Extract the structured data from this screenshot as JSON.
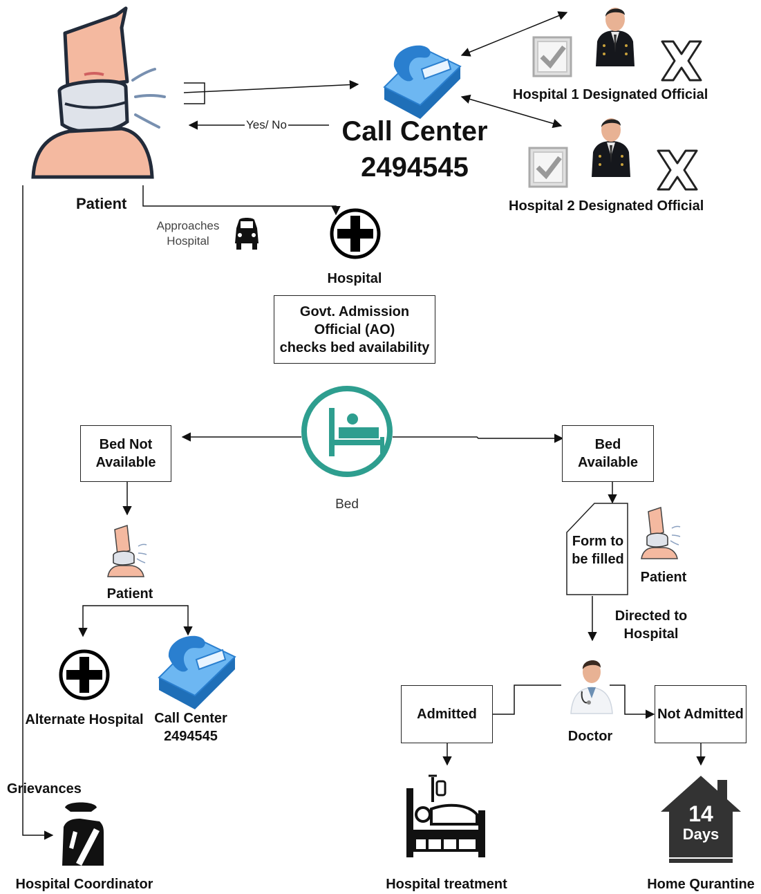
{
  "call_center": {
    "title": "Call Center",
    "number": "2494545"
  },
  "yes_no": "Yes/ No",
  "officials": {
    "hospital1": "Hospital 1 Designated Official",
    "hospital2": "Hospital 2 Designated Official"
  },
  "patient_top": "Patient",
  "approaches": {
    "line1": "Approaches",
    "line2": "Hospital"
  },
  "hospital": "Hospital",
  "admission_official": {
    "line1": "Govt. Admission",
    "line2": "Official (AO)",
    "line3": "checks bed availability"
  },
  "bed": "Bed",
  "bed_not_available": {
    "line1": "Bed Not",
    "line2": "Available"
  },
  "bed_available": {
    "line1": "Bed",
    "line2": "Available"
  },
  "patient_left": "Patient",
  "alternate_hospital": "Alternate Hospital",
  "call_center_small": {
    "title": "Call Center",
    "number": "2494545"
  },
  "form": {
    "line1": "Form to",
    "line2": "be filled"
  },
  "patient_right": "Patient",
  "directed": {
    "line1": "Directed to",
    "line2": "Hospital"
  },
  "doctor": "Doctor",
  "admitted": "Admitted",
  "not_admitted": "Not Admitted",
  "hospital_treatment": "Hospital treatment",
  "home_quarantine": "Home Qurantine",
  "quarantine_icon": {
    "number": "14",
    "unit": "Days"
  },
  "grievances": "Grievances",
  "hospital_coordinator": "Hospital Coordinator",
  "colors": {
    "teal": "#2E9E8F",
    "phone_blue": "#3A8DDE",
    "skin": "#F4B9A0",
    "ink": "#111111"
  }
}
